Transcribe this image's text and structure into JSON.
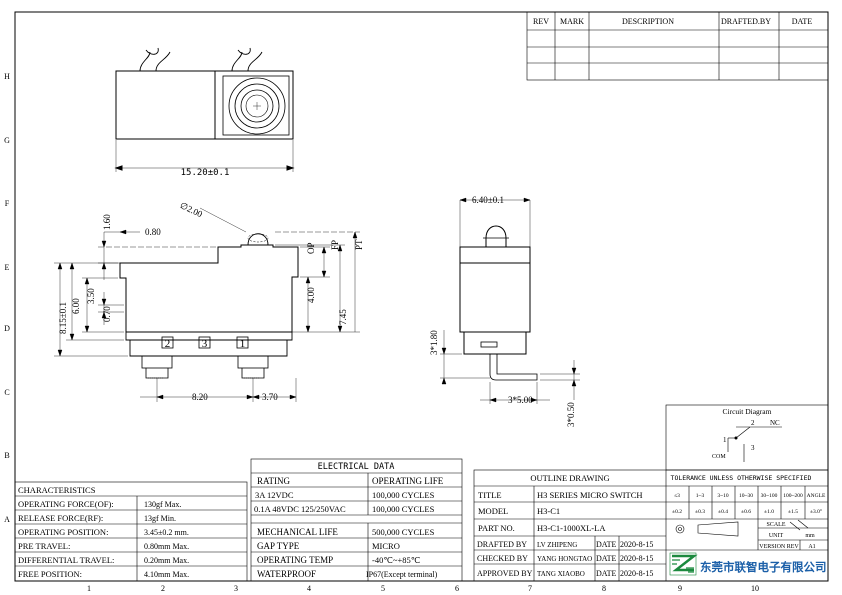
{
  "revision_table": {
    "headers": [
      "REV",
      "MARK",
      "DESCRIPTION",
      "DRAFTED.BY",
      "DATE"
    ]
  },
  "border": {
    "rows": [
      "H",
      "G",
      "F",
      "E",
      "D",
      "C",
      "B",
      "A"
    ],
    "cols": [
      "1",
      "2",
      "3",
      "4",
      "5",
      "6",
      "7",
      "8",
      "9",
      "10"
    ]
  },
  "dimensions": {
    "width": "15.20±0.1",
    "actuator_dia": "∅2.00",
    "d160": "1.60",
    "d080": "0.80",
    "d815": "8.15±0.1",
    "d600": "6.00",
    "d350": "3.50",
    "d070": "0.70",
    "op": "OP",
    "fp": "FP",
    "pt": "PT",
    "d400": "4.00",
    "d745": "7.45",
    "d820": "8.20",
    "d370": "3.70",
    "d640": "6.40±0.1",
    "d3x180": "3*1.80",
    "d3x500": "3*5.00",
    "d3x050": "3*0.50"
  },
  "terminals": [
    "2",
    "3",
    "1"
  ],
  "circuit": {
    "title": "Circuit Diagram",
    "nc_num": "2",
    "nc": "NC",
    "com": "COM",
    "com_num": "1",
    "no_num": "3"
  },
  "characteristics": {
    "title": "CHARACTERISTICS",
    "rows": [
      {
        "label": "OPERATING FORCE(OF):",
        "value": "130gf Max."
      },
      {
        "label": "RELEASE FORCE(RF):",
        "value": "13gf Min."
      },
      {
        "label": "OPERATING POSITION:",
        "value": "3.45±0.2 mm."
      },
      {
        "label": "PRE TRAVEL:",
        "value": "0.80mm Max."
      },
      {
        "label": "DIFFERENTIAL TRAVEL:",
        "value": "0.20mm Max."
      },
      {
        "label": "FREE POSITION:",
        "value": "4.10mm Max."
      }
    ]
  },
  "electrical": {
    "title": "ELECTRICAL DATA",
    "headers": [
      "RATING",
      "OPERATING LIFE"
    ],
    "rows": [
      {
        "rating": "3A 12VDC",
        "life": "100,000 CYCLES"
      },
      {
        "rating": "0.1A 48VDC 125/250VAC",
        "life": "100,000 CYCLES"
      }
    ],
    "specs": [
      {
        "label": "MECHANICAL LIFE",
        "value": "500,000 CYCLES"
      },
      {
        "label": "GAP TYPE",
        "value": "MICRO"
      },
      {
        "label": "OPERATING TEMP",
        "value": "-40℃~+85℃"
      },
      {
        "label": "WATERPROOF",
        "value": "IP67(Except terminal)"
      }
    ]
  },
  "title_block": {
    "outline": "OUTLINE DRAWING",
    "title_label": "TITLE",
    "title": "H3 SERIES MICRO SWITCH",
    "model_label": "MODEL",
    "model": "H3-C1",
    "part_label": "PART NO.",
    "part": "H3-C1-1000XL-LA",
    "drafted_label": "DRAFTED BY",
    "drafted": "LV ZHIPENG",
    "checked_label": "CHECKED BY",
    "checked": "YANG HONGTAO",
    "approved_label": "APPROVED BY",
    "approved": "TANG XIAOBO",
    "date_label": "DATE",
    "date1": "2020-8-15",
    "date2": "2020-8-15",
    "date3": "2020-8-15"
  },
  "tolerance": {
    "title": "TOLERANCE UNLESS OTHERWISE SPECIFIED",
    "ranges": [
      "≤3",
      "1~3",
      "3~10",
      "10~30",
      "30~100",
      "100~200",
      "ANGLE"
    ],
    "values": [
      "±0.2",
      "±0.3",
      "±0.4",
      "±0.6",
      "±1.0",
      "±1.5",
      "±3.0°"
    ],
    "scale": "SCALE",
    "unit": "UNIT",
    "unit_value": "mm",
    "version_label": "VERSION REV",
    "version": "A1"
  },
  "company": "东莞市联智电子有限公司"
}
